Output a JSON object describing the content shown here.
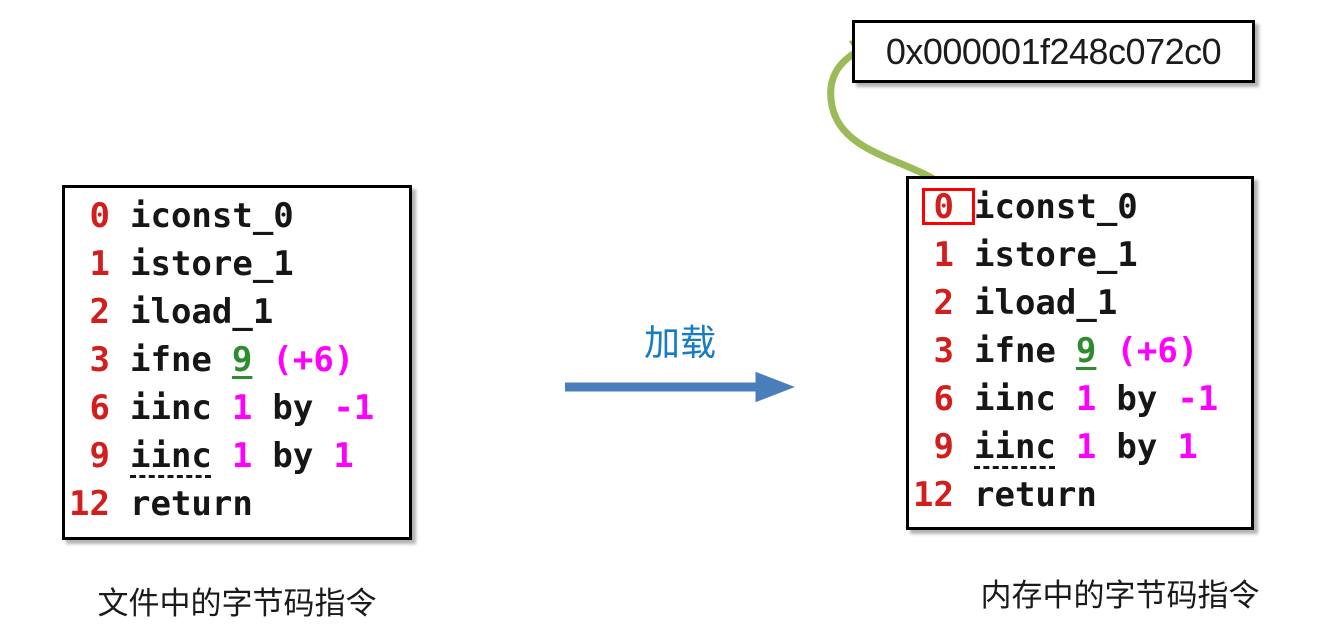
{
  "colors": {
    "line_number": "#d21f1d",
    "instruction": "#161616",
    "jump_green": "#2e8b2e",
    "operand_magenta": "#ff00ff",
    "label_blue": "#177cc4",
    "arrow_blue": "#4a7ebb",
    "arrow_green": "#9bbb59",
    "highlight_red": "#ff0000",
    "box_border": "#000000",
    "caption_color": "#1a1a1a"
  },
  "bytecode": {
    "lines": [
      {
        "num": "0",
        "tokens": [
          {
            "t": "iconst_0",
            "c": "black"
          }
        ]
      },
      {
        "num": "1",
        "tokens": [
          {
            "t": "istore_1",
            "c": "black"
          }
        ]
      },
      {
        "num": "2",
        "tokens": [
          {
            "t": "iload_1",
            "c": "black"
          }
        ]
      },
      {
        "num": "3",
        "tokens": [
          {
            "t": "ifne",
            "c": "black"
          },
          {
            "t": "9",
            "c": "green",
            "u": "solid"
          },
          {
            "t": "(+6)",
            "c": "magenta"
          }
        ]
      },
      {
        "num": "6",
        "tokens": [
          {
            "t": "iinc",
            "c": "black"
          },
          {
            "t": "1",
            "c": "magenta"
          },
          {
            "t": "by",
            "c": "black"
          },
          {
            "t": "-1",
            "c": "magenta"
          }
        ]
      },
      {
        "num": "9",
        "tokens": [
          {
            "t": "iinc",
            "c": "black",
            "u": "dashed"
          },
          {
            "t": "1",
            "c": "magenta"
          },
          {
            "t": "by",
            "c": "black"
          },
          {
            "t": "1",
            "c": "magenta"
          }
        ]
      },
      {
        "num": "12",
        "tokens": [
          {
            "t": "return",
            "c": "black"
          }
        ]
      }
    ]
  },
  "boxes": {
    "file_box": {
      "caption": "文件中的字节码指令",
      "highlight_first_num": false
    },
    "memory_box": {
      "caption": "内存中的字节码指令",
      "highlight_first_num": true
    }
  },
  "address_box": {
    "text": "0x000001f248c072c0"
  },
  "load_arrow": {
    "label": "加载"
  }
}
